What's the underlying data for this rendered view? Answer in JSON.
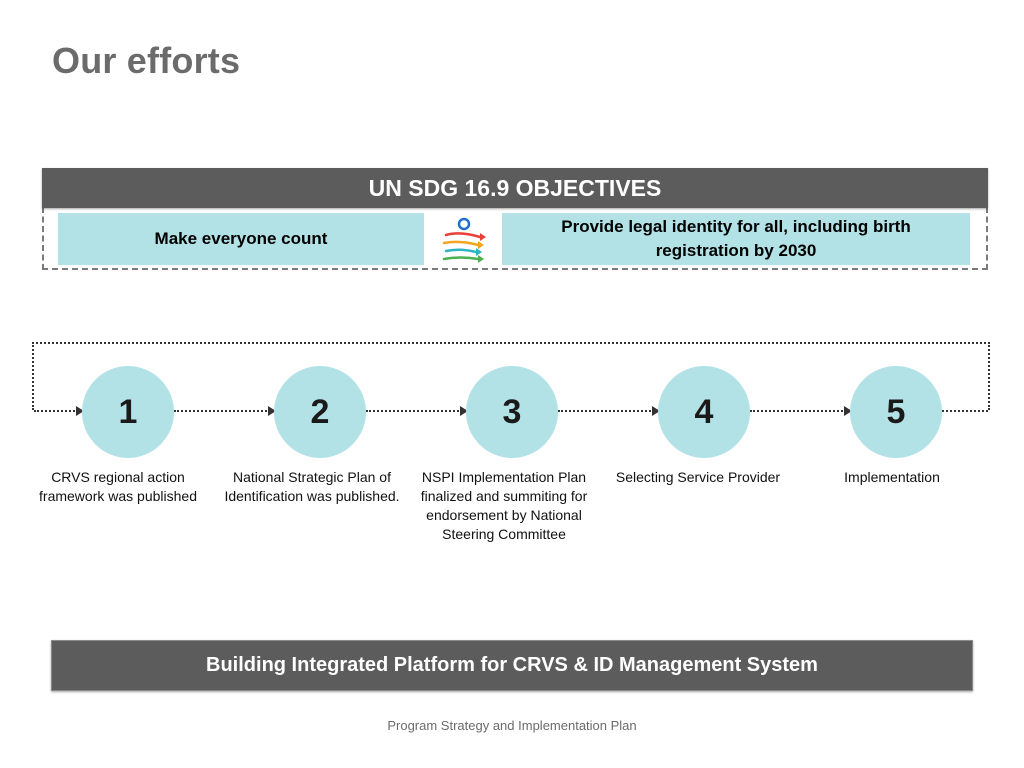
{
  "slide": {
    "title": "Our efforts",
    "footer": "Program Strategy and Implementation Plan"
  },
  "sdg": {
    "header": "UN SDG 16.9 OBJECTIVES",
    "left_objective": "Make everyone count",
    "right_objective": "Provide legal identity for all, including birth registration by 2030",
    "icon": "sdg-peace-justice-icon"
  },
  "steps": [
    {
      "number": "1",
      "label": "CRVS regional action framework was published"
    },
    {
      "number": "2",
      "label": "National Strategic Plan of Identification was published."
    },
    {
      "number": "3",
      "label": "NSPI Implementation Plan finalized and summiting for endorsement by National Steering Committee"
    },
    {
      "number": "4",
      "label": "Selecting Service Provider"
    },
    {
      "number": "5",
      "label": "Implementation"
    }
  ],
  "platform": {
    "label": "Building Integrated Platform for CRVS & ID Management System"
  },
  "colors": {
    "title_gray": "#6b6b6b",
    "header_gray": "#5c5c5c",
    "accent_teal": "#b2e2e6"
  }
}
